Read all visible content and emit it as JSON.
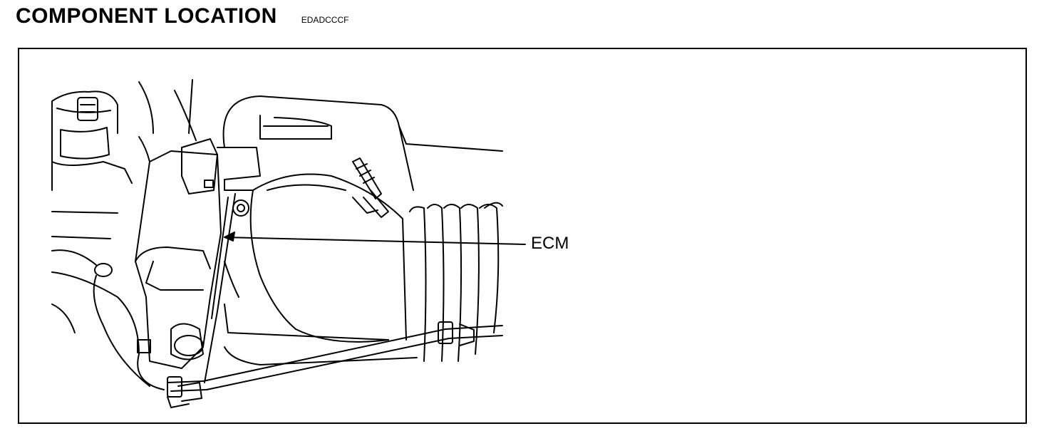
{
  "header": {
    "title": "COMPONENT LOCATION",
    "doc_code": "EDADCCCF"
  },
  "figure": {
    "callouts": [
      {
        "label": "ECM"
      }
    ]
  },
  "colors": {
    "ink": "#000000",
    "paper": "#ffffff"
  }
}
